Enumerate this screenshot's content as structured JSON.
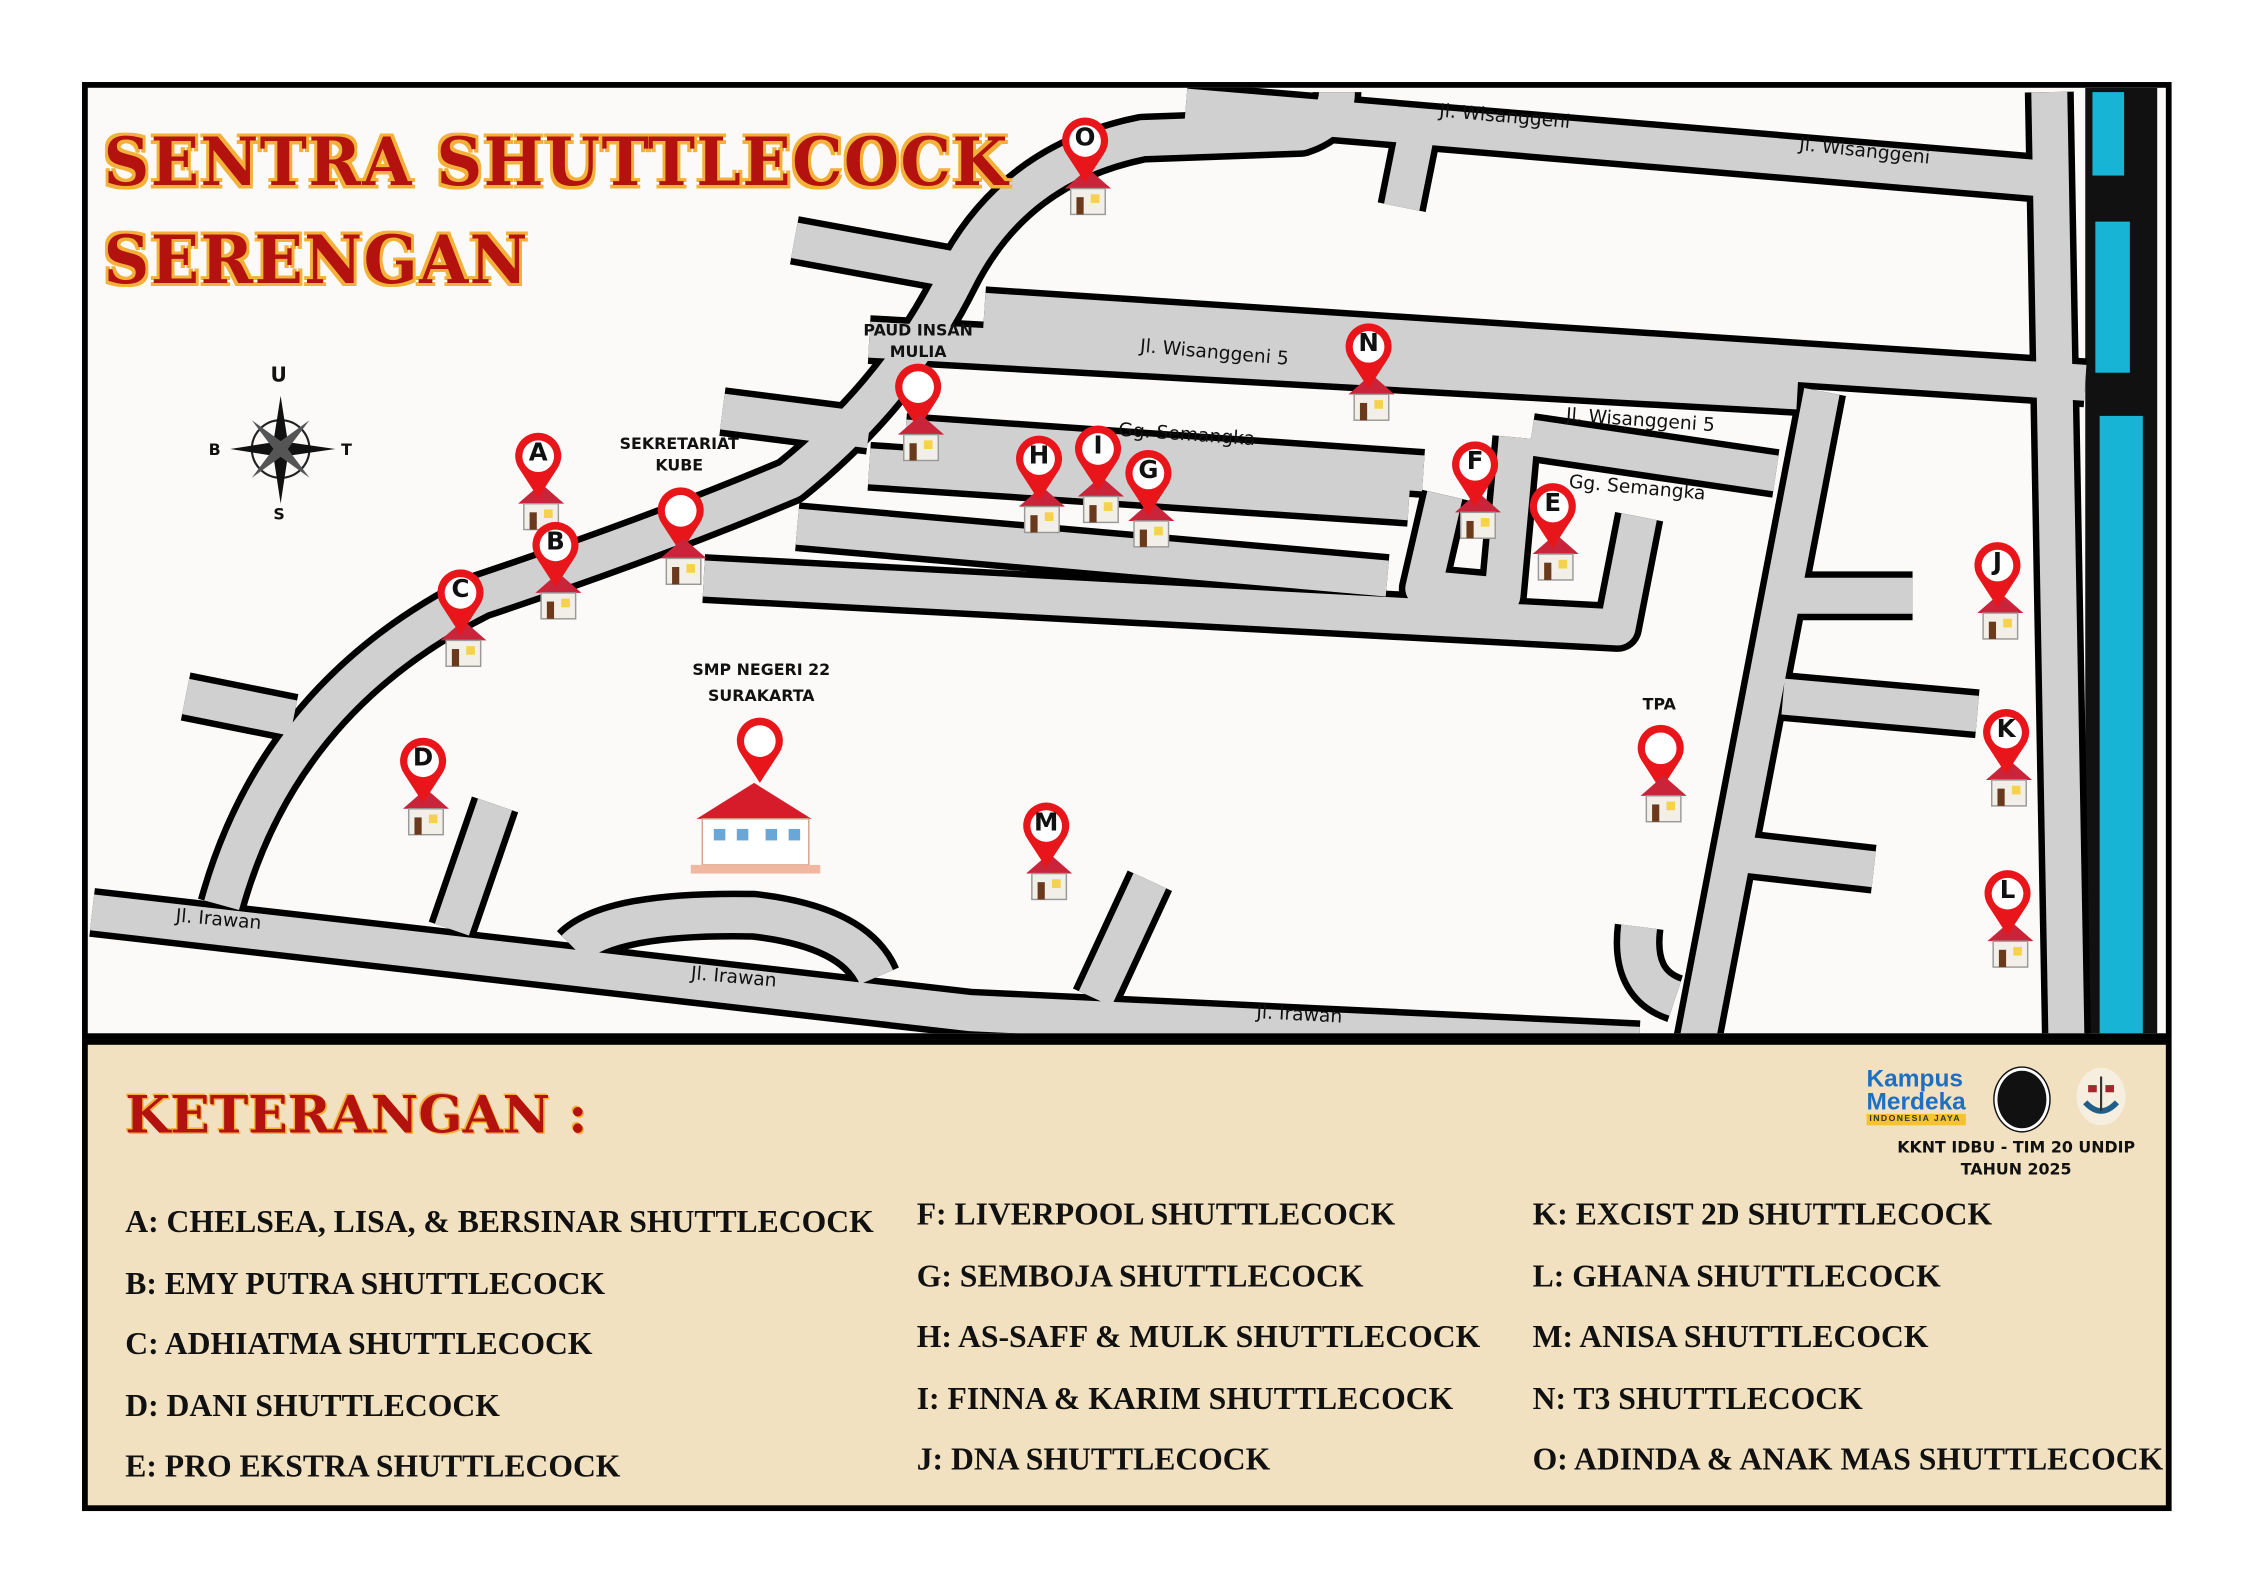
{
  "title": {
    "line1": "SENTRA SHUTTLECOCK",
    "line2": "SERENGAN"
  },
  "compass": {
    "north": "U",
    "south": "S",
    "west": "B",
    "east": "T"
  },
  "landmarks": {
    "paud": "PAUD INSAN MULIA",
    "sekretariat_line1": "SEKRETARIAT",
    "sekretariat_line2": "KUBE",
    "smp_line1": "SMP NEGERI 22",
    "smp_line2": "SURAKARTA",
    "tpa": "TPA"
  },
  "streets": {
    "wisanggeni_1": "Jl. Wisanggeni",
    "wisanggeni_2": "Jl. Wisanggeni",
    "wisanggeni5_1": "Jl. Wisanggeni 5",
    "wisanggeni5_2": "Jl. Wisanggeni 5",
    "semangka_1": "Gg. Semangka",
    "semangka_2": "Gg. Semangka",
    "irawan_1": "Jl. Irawan",
    "irawan_2": "Jl. Irawan",
    "irawan_3": "Jl. Irawan"
  },
  "pins": [
    "A",
    "B",
    "C",
    "D",
    "E",
    "F",
    "G",
    "H",
    "I",
    "J",
    "K",
    "L",
    "M",
    "N",
    "O"
  ],
  "colors": {
    "pin": "#e8151b",
    "title": "#b3120e",
    "road": "#d0d0d0",
    "river": "#17b4d6",
    "legend_bg": "#f1e1c0"
  },
  "legend": {
    "title": "KETERANGAN :",
    "columns": [
      [
        "A: CHELSEA, LISA, & BERSINAR SHUTTLECOCK",
        "B: EMY PUTRA SHUTTLECOCK",
        "C: ADHIATMA SHUTTLECOCK",
        "D: DANI SHUTTLECOCK",
        "E: PRO EKSTRA SHUTTLECOCK"
      ],
      [
        "F: LIVERPOOL SHUTTLECOCK",
        "G: SEMBOJA SHUTTLECOCK",
        "H: AS-SAFF & MULK SHUTTLECOCK",
        "I: FINNA & KARIM SHUTTLECOCK",
        "J: DNA SHUTTLECOCK"
      ],
      [
        "K: EXCIST 2D SHUTTLECOCK",
        "L: GHANA SHUTTLECOCK",
        "M: ANISA SHUTTLECOCK",
        "N: T3 SHUTTLECOCK",
        "O: ADINDA & ANAK MAS SHUTTLECOCK"
      ]
    ],
    "credit_line1": "KKNT IDBU - TIM 20 UNDIP",
    "credit_line2": "TAHUN 2025",
    "logo_kampus_line1": "Kampus",
    "logo_kampus_line2": "Merdeka",
    "logo_kampus_tag": "INDONESIA JAYA"
  }
}
